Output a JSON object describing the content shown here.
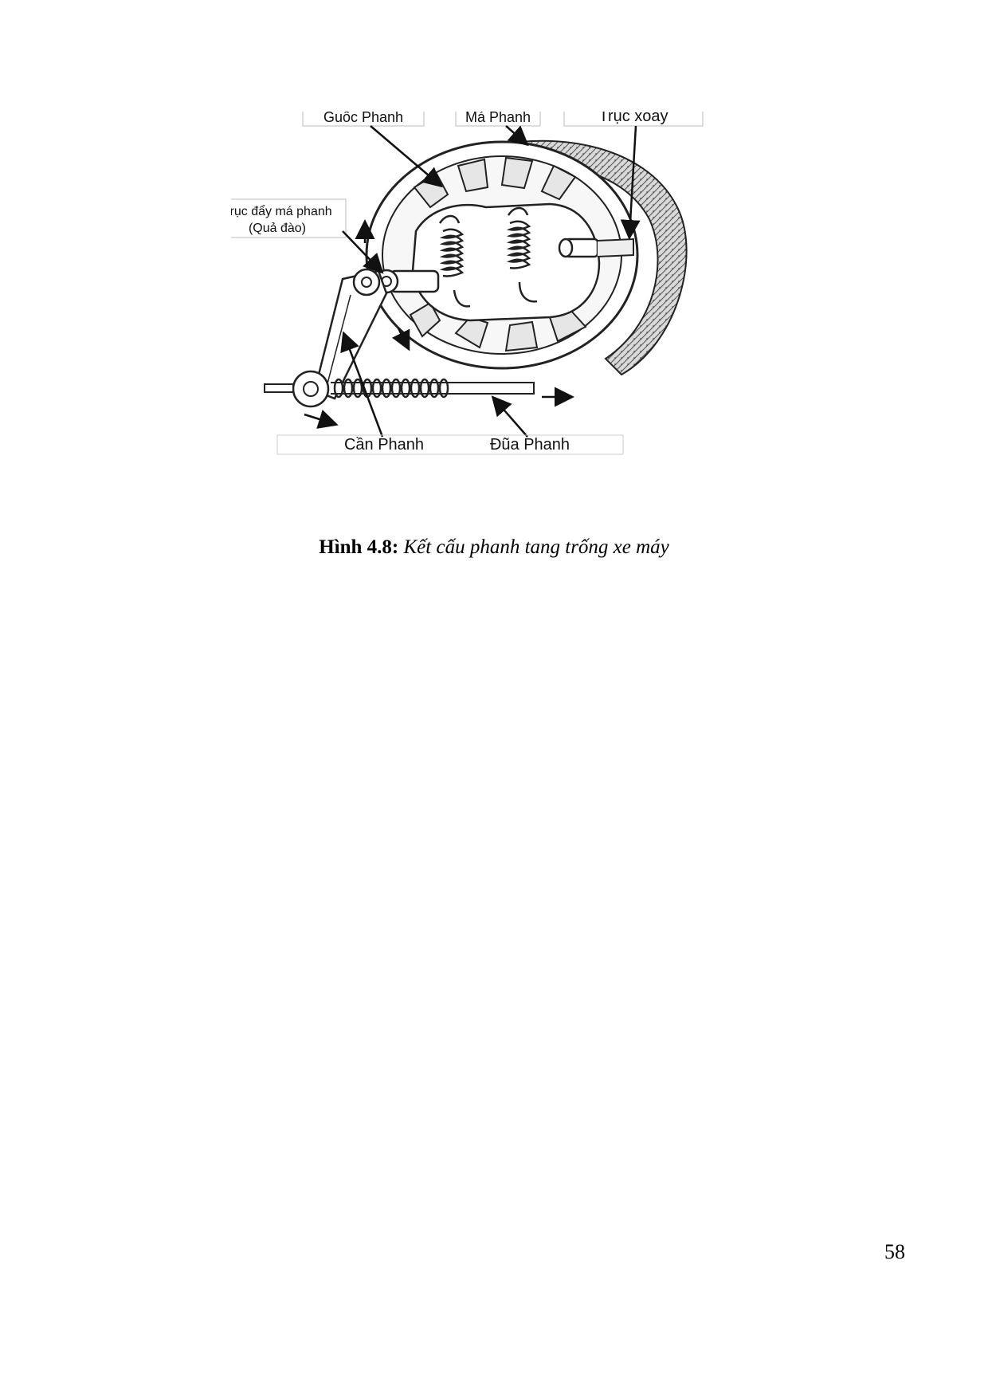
{
  "figure": {
    "labels": {
      "guoc_phanh": "Guốc Phanh",
      "ma_phanh": "Má Phanh",
      "truc_xoay": "Trục xoay",
      "truc_day_line1": "Trục đẩy má phanh",
      "truc_day_line2": "(Quả đào)",
      "can_phanh": "Cần Phanh",
      "dua_phanh": "Đũa Phanh"
    }
  },
  "caption": {
    "label": "Hình 4.8:",
    "text": "Kết cấu phanh tang trống xe máy"
  },
  "page_number": "58"
}
